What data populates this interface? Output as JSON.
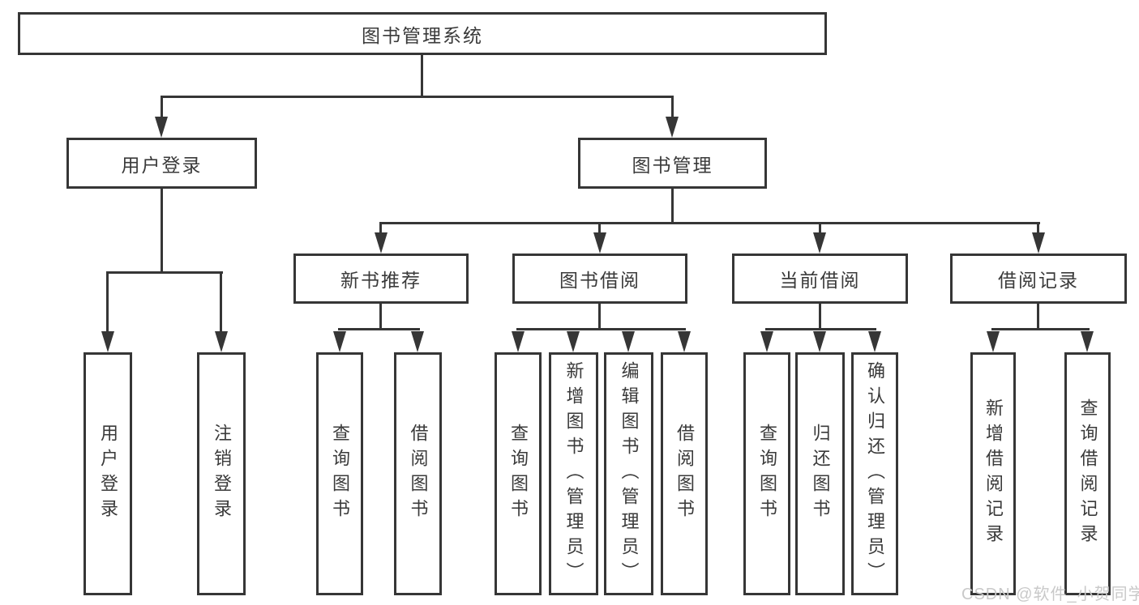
{
  "tree": {
    "root": {
      "label": "图书管理系统",
      "children": [
        {
          "label": "用户登录",
          "children": [
            {
              "label": "用户登录"
            },
            {
              "label": "注销登录"
            }
          ]
        },
        {
          "label": "图书管理",
          "children": [
            {
              "label": "新书推荐",
              "children": [
                {
                  "label": "查询图书"
                },
                {
                  "label": "借阅图书"
                }
              ]
            },
            {
              "label": "图书借阅",
              "children": [
                {
                  "label": "查询图书"
                },
                {
                  "label": "新增图书（管理员）"
                },
                {
                  "label": "编辑图书（管理员）"
                },
                {
                  "label": "借阅图书"
                }
              ]
            },
            {
              "label": "当前借阅",
              "children": [
                {
                  "label": "查询图书"
                },
                {
                  "label": "归还图书"
                },
                {
                  "label": "确认归还（管理员）"
                }
              ]
            },
            {
              "label": "借阅记录",
              "children": [
                {
                  "label": "新增借阅记录"
                },
                {
                  "label": "查询借阅记录"
                }
              ]
            }
          ]
        }
      ]
    }
  },
  "watermark": {
    "text": "CSDN @软件_小贺同学"
  },
  "colors": {
    "line": "#363636",
    "box_background": "#ffffff",
    "text": "#3a3a3a",
    "watermark": "#c9c9c9"
  }
}
